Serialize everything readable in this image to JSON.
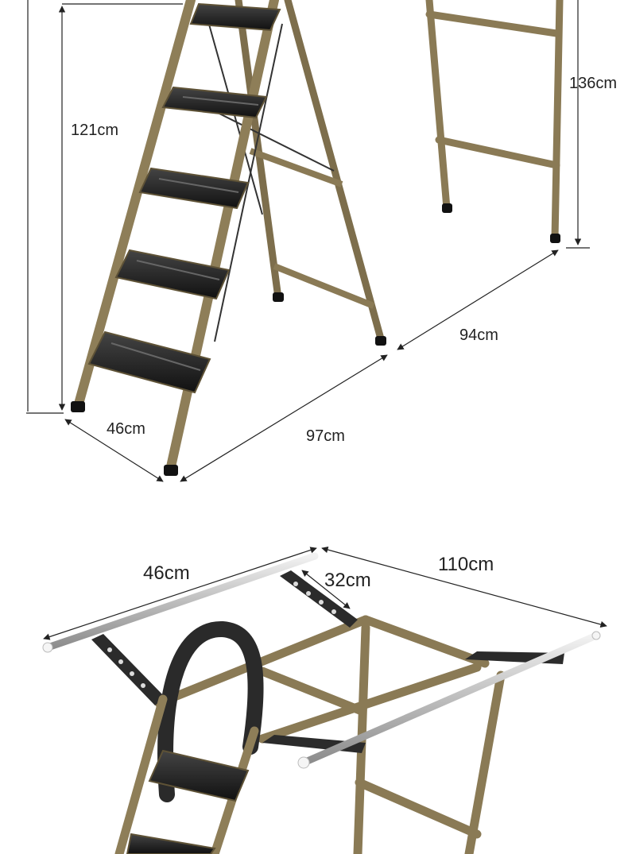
{
  "top_section": {
    "height_left_label": "121cm",
    "height_right_label": "136cm",
    "depth_label": "46cm",
    "width_front_label": "97cm",
    "width_back_label": "94cm"
  },
  "bottom_section": {
    "rod_left_label": "46cm",
    "arm_label": "32cm",
    "rod_right_label": "110cm"
  },
  "colors": {
    "frame": "#8a7a55",
    "frame_dark": "#5e5236",
    "step": "#2a2a2a",
    "rod": "#c8c8c8",
    "dimension_line": "#222222"
  }
}
